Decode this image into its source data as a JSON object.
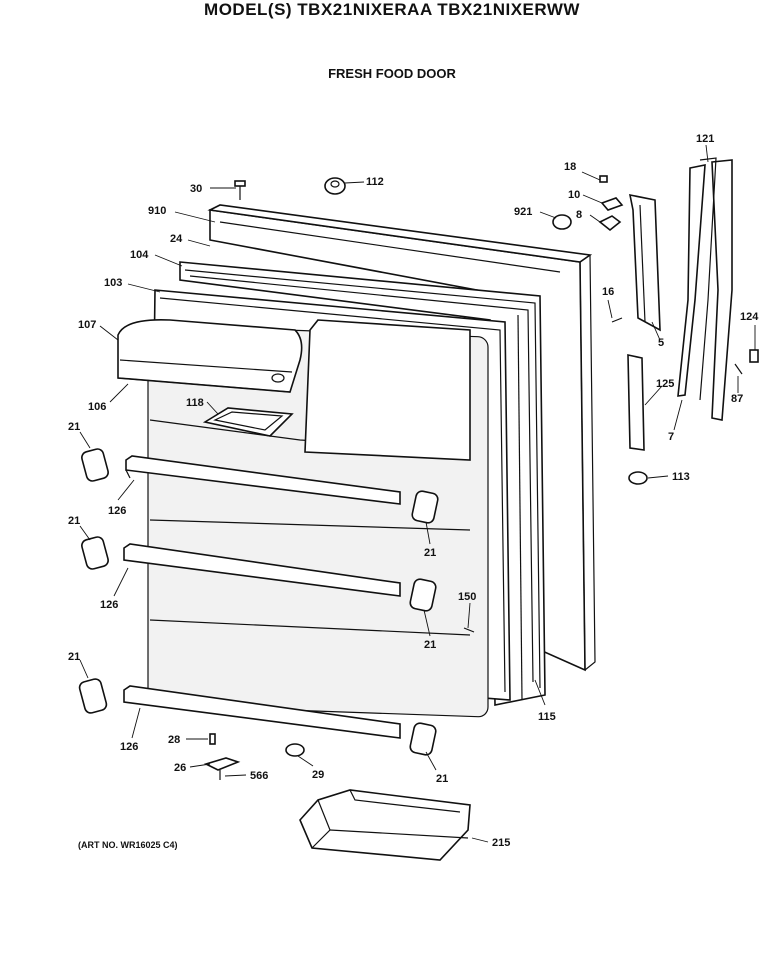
{
  "header": {
    "title": "MODEL(S) TBX21NIXERAA  TBX21NIXERWW",
    "subtitle": "FRESH FOOD DOOR"
  },
  "footer": {
    "art_number": "(ART NO. WR16025 C4)"
  },
  "callouts": {
    "c30": "30",
    "c112": "112",
    "c910": "910",
    "c24": "24",
    "c104": "104",
    "c103": "103",
    "c107": "107",
    "c106": "106",
    "c118": "118",
    "c21a": "21",
    "c126a": "126",
    "c21b": "21",
    "c126b": "126",
    "c21c": "21",
    "c126c": "126",
    "c21d": "21",
    "c21e": "21",
    "c21f": "21",
    "c28": "28",
    "c26": "26",
    "c566": "566",
    "c29": "29",
    "c215": "215",
    "c150": "150",
    "c115": "115",
    "c18": "18",
    "c10": "10",
    "c8": "8",
    "c921": "921",
    "c16": "16",
    "c5": "5",
    "c121": "121",
    "c124": "124",
    "c125": "125",
    "c7": "7",
    "c87": "87",
    "c113": "113"
  }
}
